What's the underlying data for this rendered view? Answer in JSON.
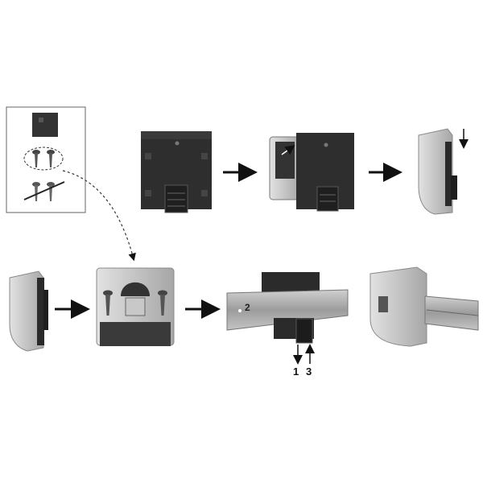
{
  "labels": {
    "step_1": "1",
    "step_2": "2",
    "step_3": "3"
  },
  "colors": {
    "device_dark": "#2e2e2e",
    "device_mid": "#4a4a4a",
    "housing_grey": "#b9b9b9",
    "housing_light": "#d6d6d6",
    "rail": "#a9a9a9",
    "arrow": "#111111",
    "outline": "#555555"
  },
  "icons": {
    "flow_arrow": "arrow-right-icon",
    "dashed_arrow": "curved-dashed-arrow-icon",
    "screw": "screw-icon",
    "crossed_screw": "crossed-screw-icon",
    "down_arrow": "arrow-down-icon",
    "up_arrow": "arrow-up-icon"
  }
}
